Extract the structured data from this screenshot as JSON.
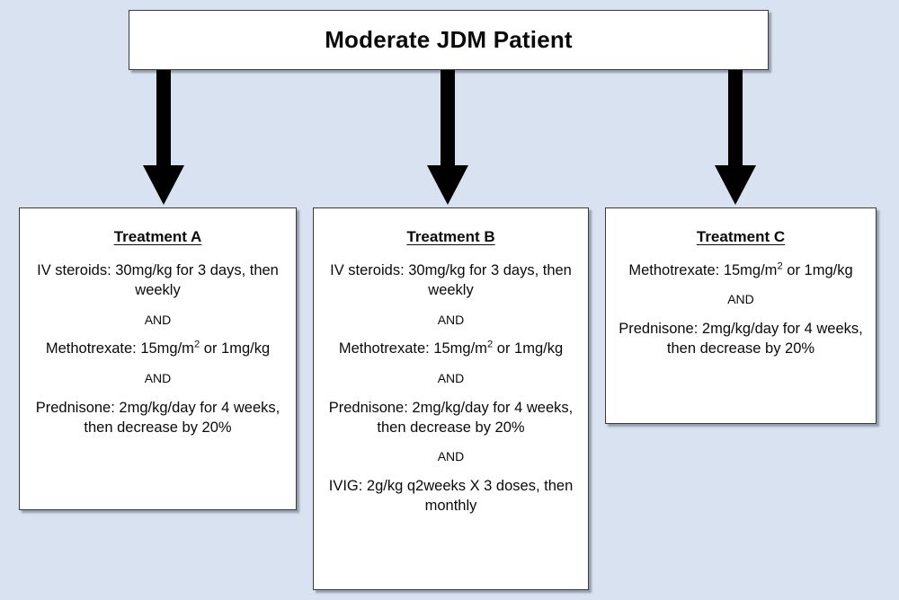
{
  "diagram": {
    "background_color": "#d9e2f0",
    "box_fill": "#ffffff",
    "box_border": "#3a3a3a",
    "arrow_color": "#000000",
    "title": "Moderate JDM Patient",
    "conjunction": "AND",
    "arrows": [
      {
        "name": "arrow-to-treatment-a"
      },
      {
        "name": "arrow-to-treatment-b"
      },
      {
        "name": "arrow-to-treatment-c"
      }
    ],
    "branches": [
      {
        "id": "a",
        "heading": "Treatment A",
        "steps": [
          {
            "pre": "IV steroids: 30mg/kg for 3 days, then weekly",
            "sup": "",
            "post": ""
          },
          {
            "pre": "Methotrexate: 15mg/m",
            "sup": "2",
            "post": " or 1mg/kg"
          },
          {
            "pre": "Prednisone: 2mg/kg/day for 4 weeks, then decrease by 20%",
            "sup": "",
            "post": ""
          }
        ]
      },
      {
        "id": "b",
        "heading": "Treatment B",
        "steps": [
          {
            "pre": "IV steroids: 30mg/kg for 3 days, then weekly",
            "sup": "",
            "post": ""
          },
          {
            "pre": "Methotrexate: 15mg/m",
            "sup": "2",
            "post": " or 1mg/kg"
          },
          {
            "pre": "Prednisone: 2mg/kg/day for 4 weeks, then decrease by 20%",
            "sup": "",
            "post": ""
          },
          {
            "pre": "IVIG: 2g/kg q2weeks X 3 doses, then monthly",
            "sup": "",
            "post": ""
          }
        ]
      },
      {
        "id": "c",
        "heading": "Treatment C",
        "steps": [
          {
            "pre": "Methotrexate: 15mg/m",
            "sup": "2",
            "post": " or 1mg/kg"
          },
          {
            "pre": "Prednisone: 2mg/kg/day for 4 weeks, then decrease by 20%",
            "sup": "",
            "post": ""
          }
        ]
      }
    ]
  }
}
